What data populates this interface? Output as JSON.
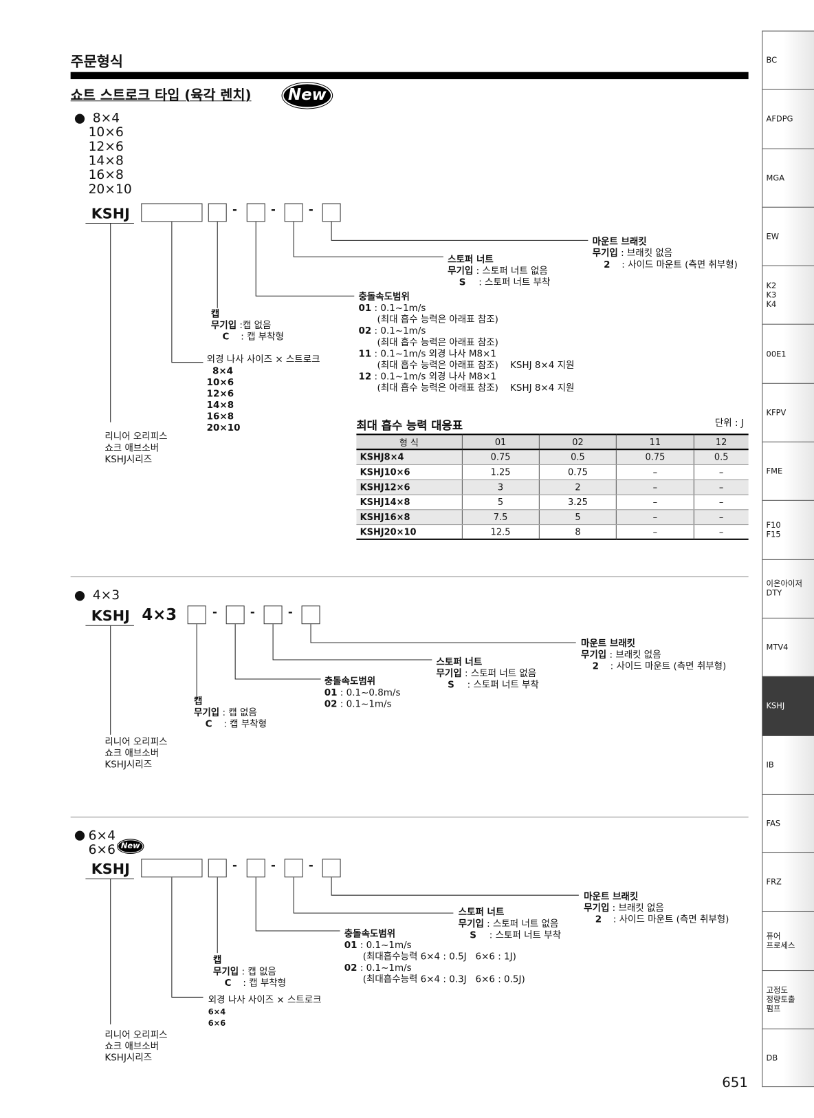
{
  "header": {
    "title": "주문형식",
    "subtitle": "쇼트 스트로크 타입 (육각 렌치)",
    "new_badge": "New"
  },
  "section1": {
    "sizes": [
      "8×4",
      "10×6",
      "12×6",
      "14×8",
      "16×8",
      "20×10"
    ],
    "model": "KSHJ",
    "dash": "-",
    "mount": {
      "title": "마운트 브래킷",
      "l1k": "무기입",
      "l1v": " : 브래킷 없음",
      "l2k": "2",
      "l2v": " : 사이드 마운트 (측면 취부형)"
    },
    "stopper": {
      "title": "스토퍼 너트",
      "l1k": "무기입",
      "l1v": " : 스토퍼 너트 없음",
      "l2k": "S",
      "l2v": " : 스토퍼 너트 부착"
    },
    "speed": {
      "title": "충돌속도범위",
      "lines": [
        {
          "k": "01",
          "v": " : 0.1~1m/s"
        },
        {
          "k": "",
          "v": "(최대 흡수 능력은 아래표 참조)"
        },
        {
          "k": "02",
          "v": " : 0.1~1m/s"
        },
        {
          "k": "",
          "v": "(최대 흡수 능력은 아래표 참조)"
        },
        {
          "k": "11",
          "v": " : 0.1~1m/s 외경 나사   M8×1"
        },
        {
          "k": "",
          "v": "(최대 흡수 능력은 아래표 참조)    KSHJ 8×4 지원"
        },
        {
          "k": "12",
          "v": " : 0.1~1m/s 외경 나사   M8×1"
        },
        {
          "k": "",
          "v": "(최대 흡수 능력은 아래표 참조)    KSHJ 8×4 지원"
        }
      ]
    },
    "cap": {
      "title": "캡",
      "l1k": "무기입",
      "l1v": " :캡 없음",
      "l2k": "C",
      "l2v": "  : 캡 부착형"
    },
    "thread": {
      "title": "외경 나사 사이즈 × 스트로크",
      "sizes": [
        "8×4",
        "10×6",
        "12×6",
        "14×8",
        "16×8",
        "20×10"
      ]
    },
    "series": [
      "리니어 오리피스",
      "쇼크 애브소버",
      "KSHJ시리즈"
    ]
  },
  "table": {
    "title": "최대 흡수 능력 대응표",
    "unit": "단위 : J",
    "headers": [
      "형 식",
      "01",
      "02",
      "11",
      "12"
    ],
    "rows": [
      [
        "KSHJ8×4",
        "0.75",
        "0.5",
        "0.75",
        "0.5"
      ],
      [
        "KSHJ10×6",
        "1.25",
        "0.75",
        "–",
        "–"
      ],
      [
        "KSHJ12×6",
        "3",
        "2",
        "–",
        "–"
      ],
      [
        "KSHJ14×8",
        "5",
        "3.25",
        "–",
        "–"
      ],
      [
        "KSHJ16×8",
        "7.5",
        "5",
        "–",
        "–"
      ],
      [
        "KSHJ20×10",
        "12.5",
        "8",
        "–",
        "–"
      ]
    ]
  },
  "section2": {
    "size": "4×3",
    "model": "KSHJ",
    "fixed": "4×3",
    "dash": "-",
    "mount": {
      "title": "마운트 브래킷",
      "l1k": "무기입",
      "l1v": " : 브래킷 없음",
      "l2k": "2",
      "l2v": " : 사이드 마운트 (측면 취부형)"
    },
    "stopper": {
      "title": "스토퍼 너트",
      "l1k": "무기입",
      "l1v": " : 스토퍼 너트 없음",
      "l2k": "S",
      "l2v": " : 스토퍼 너트 부착"
    },
    "speed": {
      "title": "충돌속도범위",
      "lines": [
        {
          "k": "01",
          "v": " : 0.1~0.8m/s"
        },
        {
          "k": "02",
          "v": " : 0.1~1m/s"
        }
      ]
    },
    "cap": {
      "title": "캡",
      "l1k": "무기입",
      "l1v": " : 캡 없음",
      "l2k": "C",
      "l2v": "  : 캡 부착형"
    },
    "series": [
      "리니어 오리피스",
      "쇼크 애브소버",
      "KSHJ시리즈"
    ]
  },
  "section3": {
    "sizes": [
      "6×4",
      "6×6"
    ],
    "new_badge": "New",
    "model": "KSHJ",
    "dash": "-",
    "mount": {
      "title": "마운트 브래킷",
      "l1k": "무기입",
      "l1v": " : 브래킷 없음",
      "l2k": "2",
      "l2v": " : 사이드 마운트 (측면 취부형)"
    },
    "stopper": {
      "title": "스토퍼 너트",
      "l1k": "무기입",
      "l1v": " : 스토퍼 너트 없음",
      "l2k": "S",
      "l2v": " : 스토퍼 너트 부착"
    },
    "speed": {
      "title": "충돌속도범위",
      "lines": [
        {
          "k": "01",
          "v": " : 0.1~1m/s"
        },
        {
          "k": "",
          "v": "(최대흡수능력 6×4 : 0.5J   6×6 : 1J)"
        },
        {
          "k": "02",
          "v": " : 0.1~1m/s"
        },
        {
          "k": "",
          "v": "(최대흡수능력 6×4 : 0.3J   6×6 : 0.5J)"
        }
      ]
    },
    "cap": {
      "title": "캡",
      "l1k": "무기입",
      "l1v": " : 캡 없음",
      "l2k": "C",
      "l2v": "  : 캡 부착형"
    },
    "thread": {
      "title": "외경 나사 사이즈 × 스트로크",
      "sizes": [
        "6×4",
        "6×6"
      ]
    },
    "series": [
      "리니어 오리피스",
      "쇼크 애브소버",
      "KSHJ시리즈"
    ]
  },
  "sidebar": {
    "active": "KSHJ",
    "tabs": [
      "BC",
      "AFDPG",
      "MGA",
      "EW",
      "K2\nK3\nK4",
      "00E1",
      "KFPV",
      "FME",
      "F10\nF15",
      "이온아이저\nDTY",
      "MTV4",
      "KSHJ",
      "IB",
      "FAS",
      "FRZ",
      "퓨어\n프로세스",
      "고정도\n정량토출\n펌프",
      "DB"
    ]
  },
  "page_number": "651"
}
